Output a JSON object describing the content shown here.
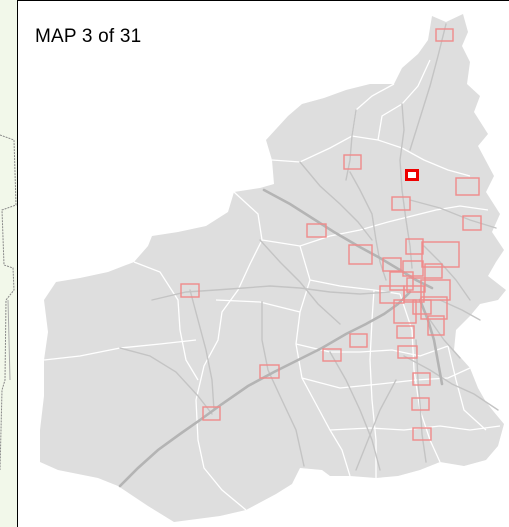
{
  "map": {
    "title": "MAP 3 of 31"
  },
  "colors": {
    "region_fill": "#dedede",
    "road_stroke": "#c4c4c4",
    "major_road_stroke": "#b8b8b8",
    "boundary_stroke": "#ffffff",
    "marker_stroke": "#ef8a8a",
    "current_marker_stroke": "#ee0000",
    "frame_border": "#000000",
    "left_strip": "#f2f8ea"
  },
  "markers": {
    "current_index": 3,
    "total": 31
  }
}
